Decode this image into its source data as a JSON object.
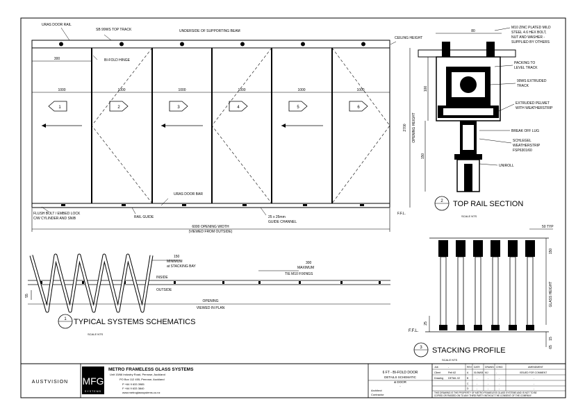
{
  "elevation": {
    "callouts": {
      "door_rail": "URAS DOOR RAIL",
      "top_track": "SB 99WS TOP TRACK",
      "beam": "UNDERSIDE OF SUPPORTING BEAM",
      "ceiling": "CEILING HEIGHT",
      "bifold_hinge": "BI-FOLD HINGE",
      "door_bar": "URAS DOOR BAR",
      "bolt_lock": "FLUSH BOLT / EMBED LOCK",
      "cylinder": "C/W CYLINDER AND SNIB",
      "rail_guide": "RAIL GUIDE",
      "guide_channel_size": "25 x 25mm",
      "guide_channel": "GUIDE CHANNEL",
      "ffl": "F.F.L.",
      "opening_height_value": "2700",
      "opening_height_label": "OPENING HEIGHT"
    },
    "dim_300": "300",
    "panel_widths": [
      "1000",
      "1000",
      "1000",
      "1000",
      "1000",
      "1000"
    ],
    "panel_numbers": [
      "1",
      "2",
      "3",
      "4",
      "5",
      "6"
    ],
    "opening_width_value": "6000 OPENING WIDTH",
    "opening_width_label": "(VIEWED FROM OUTSIDE)"
  },
  "schematic": {
    "dim_150": "150",
    "min_stacking_1": "MINIMUM",
    "min_stacking_2": "at STACKING BAY",
    "inside": "INSIDE",
    "outside": "OUTSIDE",
    "max_spacing_value": "300",
    "max_spacing_1": "MAXIMUM",
    "max_spacing_2": "TIE M10 FIXINGS",
    "dim_55": "55",
    "opening_label_1": "OPENING",
    "opening_label_2": "VIEWED IN PLAN",
    "title_number": "1",
    "title": "TYPICAL SYSTEMS SCHEMATICS",
    "scale": "SCALE NTS"
  },
  "top_rail": {
    "dim_80": "80",
    "callout_bolt": [
      "M10 ZINC PLATED MILD",
      "STEEL 4.6 HEX BOLT,",
      "NUT AND WASHER -",
      "SUPPLIED BY OTHERS"
    ],
    "callout_packing": [
      "PACKING TO",
      "LEVEL TRACK"
    ],
    "callout_track": [
      "99WS EXTRUDED",
      "TRACK"
    ],
    "callout_pelmet": [
      "EXTRUDED PELMET",
      "WITH WEATHERSTRIP"
    ],
    "callout_breakoff": "BREAK OFF LUG",
    "callout_seal": [
      "SCHLEGEL",
      "WEATHERSTRIP",
      "FSP6301/60"
    ],
    "callout_uniroll": "UNIROLL",
    "dim_a": "100",
    "dim_b": "150",
    "title_number": "2",
    "title": "TOP RAIL SECTION",
    "scale": "SCALE NTS"
  },
  "stacking": {
    "dim_50typ": "50 TYP",
    "dim_150": "150",
    "glass_height": "GLASS HEIGHT",
    "dim_25": "25",
    "dim_15": "15",
    "dim_65": "65",
    "ffl": "F.F.L.",
    "title_number": "3",
    "title": "STACKING PROFILE",
    "scale": "SCALE NTS"
  },
  "title_block": {
    "austvision": "AUSTVISION",
    "logo_letters": "MFG",
    "logo_sub": "SYSTEMS",
    "company": "METRO FRAMELESS GLASS SYSTEMS",
    "address_lines": [
      "Unit 15/66 Industry Road, Penrose, Auckland",
      "PO Box 112 455, Penrose, Auckland",
      "P  +64 9 633 3985",
      "F  +64 9 633 3840",
      "www.metroglasssystems.co.nz"
    ],
    "project_1": "6 FT - BI-FOLD DOOR",
    "project_2": "DETAILS SCHEMATIC",
    "project_3": "& DOOR",
    "project_4": "-",
    "row_labels": [
      "Job",
      "Client",
      "Drawing"
    ],
    "row_values": [
      "-",
      "Pelt 62",
      "DETAIL 02"
    ],
    "architect": "Architect",
    "contractor": "Contractor",
    "rev_headers": [
      "REV",
      "DATE",
      "DRAWN",
      "CHKD",
      "AMENDMENT"
    ],
    "rev_rows": [
      [
        "A",
        "01/06/08",
        "MJ",
        "-",
        "ISSUED FOR COMMENT"
      ],
      [
        "B",
        "-",
        "-",
        "-",
        "-"
      ],
      [
        "C",
        "-",
        "-",
        "-",
        "-"
      ],
      [
        "D",
        "-",
        "-",
        "-",
        "-"
      ]
    ],
    "notice_1": "THIS DRAWING IS THE PROPERTY OF METRO FRAMELESS GLASS SYSTEMS AND IS NOT TO BE",
    "notice_2": "COPIED OR PASSED ON TO ANY THIRD PARTY WITHOUT THE CONSENT OF THE COMPANY."
  }
}
